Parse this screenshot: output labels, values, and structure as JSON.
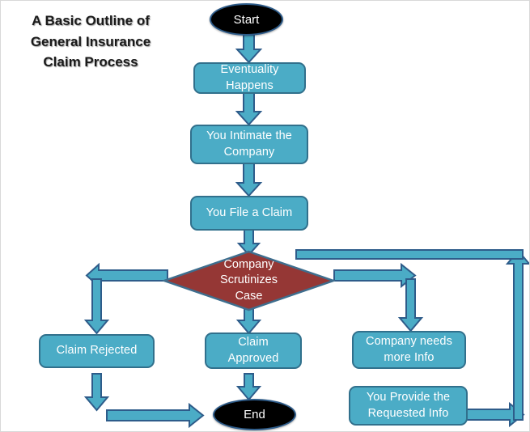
{
  "title": {
    "lines": [
      "A Basic Outline of",
      "General Insurance",
      "Claim Process"
    ]
  },
  "palette": {
    "process_fill": "#4BACC6",
    "process_border": "#31708C",
    "decision_fill": "#953735",
    "decision_border": "#3E6E8E",
    "terminal_fill": "#000000",
    "terminal_border": "#2E5C8A",
    "connector_fill": "#4BACC6",
    "connector_border": "#2E5C8A",
    "text": "#FFFFFF",
    "title_text": "#1A1A1A",
    "background": "#FFFFFF"
  },
  "nodes": {
    "start": {
      "label": "Start",
      "shape": "oval"
    },
    "eventuality": {
      "label": "Eventuality\nHappens",
      "line1": "Eventuality",
      "line2": "Happens",
      "shape": "process"
    },
    "intimate": {
      "label": "You Intimate the\nCompany",
      "line1": "You Intimate the",
      "line2": "Company",
      "shape": "process"
    },
    "file_claim": {
      "label": "You File a Claim",
      "line1": "You File a Claim",
      "shape": "process"
    },
    "scrutinize": {
      "label": "Company\nScrutinizes\nCase",
      "line1": "Company",
      "line2": "Scrutinizes",
      "line3": "Case",
      "shape": "decision"
    },
    "rejected": {
      "label": "Claim Rejected",
      "line1": "Claim Rejected",
      "shape": "process"
    },
    "approved": {
      "label": "Claim\nApproved",
      "line1": "Claim",
      "line2": "Approved",
      "shape": "process"
    },
    "needs_info": {
      "label": "Company needs\nmore Info",
      "line1": "Company needs",
      "line2": "more Info",
      "shape": "process"
    },
    "provide_info": {
      "label": "You Provide the\nRequested Info",
      "line1": "You Provide the",
      "line2": "Requested Info",
      "shape": "process"
    },
    "end": {
      "label": "End",
      "shape": "oval"
    }
  },
  "connectors": [
    {
      "name": "start-to-eventuality",
      "from": "start",
      "to": "eventuality",
      "direction": "down"
    },
    {
      "name": "eventuality-to-intimate",
      "from": "eventuality",
      "to": "intimate",
      "direction": "down"
    },
    {
      "name": "intimate-to-file-claim",
      "from": "intimate",
      "to": "file_claim",
      "direction": "down"
    },
    {
      "name": "file-claim-to-scrutinize",
      "from": "file_claim",
      "to": "scrutinize",
      "direction": "down"
    },
    {
      "name": "scrutinize-to-rejected",
      "from": "scrutinize",
      "to": "rejected",
      "direction": "left-then-down"
    },
    {
      "name": "scrutinize-to-approved",
      "from": "scrutinize",
      "to": "approved",
      "direction": "down"
    },
    {
      "name": "scrutinize-to-needs-info",
      "from": "scrutinize",
      "to": "needs_info",
      "direction": "right-then-down"
    },
    {
      "name": "rejected-to-end",
      "from": "rejected",
      "to": "end",
      "direction": "down-then-right"
    },
    {
      "name": "approved-to-end",
      "from": "approved",
      "to": "end",
      "direction": "down"
    },
    {
      "name": "provide-info-to-scrutinize",
      "from": "provide_info",
      "to": "scrutinize",
      "direction": "right-up-left-loop"
    }
  ]
}
